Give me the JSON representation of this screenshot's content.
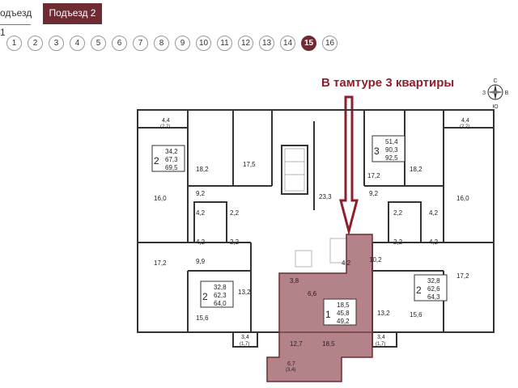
{
  "tabs": [
    {
      "label": "одъезд 1",
      "active": false
    },
    {
      "label": "Подъезд 2",
      "active": true
    }
  ],
  "floors": [
    "1",
    "2",
    "3",
    "4",
    "5",
    "6",
    "7",
    "8",
    "9",
    "10",
    "11",
    "12",
    "13",
    "14",
    "15",
    "16"
  ],
  "active_floor": "15",
  "callout": "В тамтуре 3 квартиры",
  "compass": {
    "north": "С",
    "south": "Ю",
    "west": "З",
    "east": "В"
  },
  "colors": {
    "accent": "#6e2b33",
    "highlight": "#9b5a63",
    "callout": "#8e1f2c"
  },
  "plan": {
    "balcony_left": "4,4",
    "balcony_left_sub": "(2,2)",
    "balcony_right": "4,4",
    "balcony_right_sub": "(2,2)",
    "balcony_bottom_left": "3,4",
    "balcony_bottom_left_sub": "(1,7)",
    "balcony_bottom_right": "3,4",
    "balcony_bottom_right_sub": "(1,7)",
    "balcony_center": "6,7",
    "balcony_center_sub": "(3,4)",
    "apt_top_left": {
      "rooms": "2",
      "area1": "34,2",
      "area2": "67,3",
      "area3": "69,5"
    },
    "apt_top_right": {
      "rooms": "3",
      "area1": "51,4",
      "area2": "90,3",
      "area3": "92,5"
    },
    "apt_bottom_left": {
      "rooms": "2",
      "area1": "32,8",
      "area2": "62,3",
      "area3": "64,0"
    },
    "apt_bottom_right": {
      "rooms": "2",
      "area1": "32,8",
      "area2": "62,6",
      "area3": "64,3"
    },
    "apt_center": {
      "rooms": "1",
      "area1": "18,5",
      "area2": "45,8",
      "area3": "49,2"
    },
    "rooms": {
      "r1": "18,2",
      "r2": "17,5",
      "r3": "16,0",
      "r4": "9,2",
      "r5": "2,2",
      "r6": "4,2",
      "r7": "4,2",
      "r8": "2,2",
      "r9": "17,2",
      "r10": "9,9",
      "r11": "15,6",
      "r12": "13,2",
      "r13": "3,8",
      "r14": "6,6",
      "r15": "12,7",
      "r16": "18,5",
      "r17": "4,2",
      "r18": "23,3",
      "r19": "17,2",
      "r20": "18,2",
      "r21": "9,2",
      "r22": "16,0",
      "r23": "4,2",
      "r24": "2,2",
      "r25": "2,2",
      "r26": "4,2",
      "r27": "10,2",
      "r28": "17,2",
      "r29": "13,2",
      "r30": "15,6"
    }
  }
}
